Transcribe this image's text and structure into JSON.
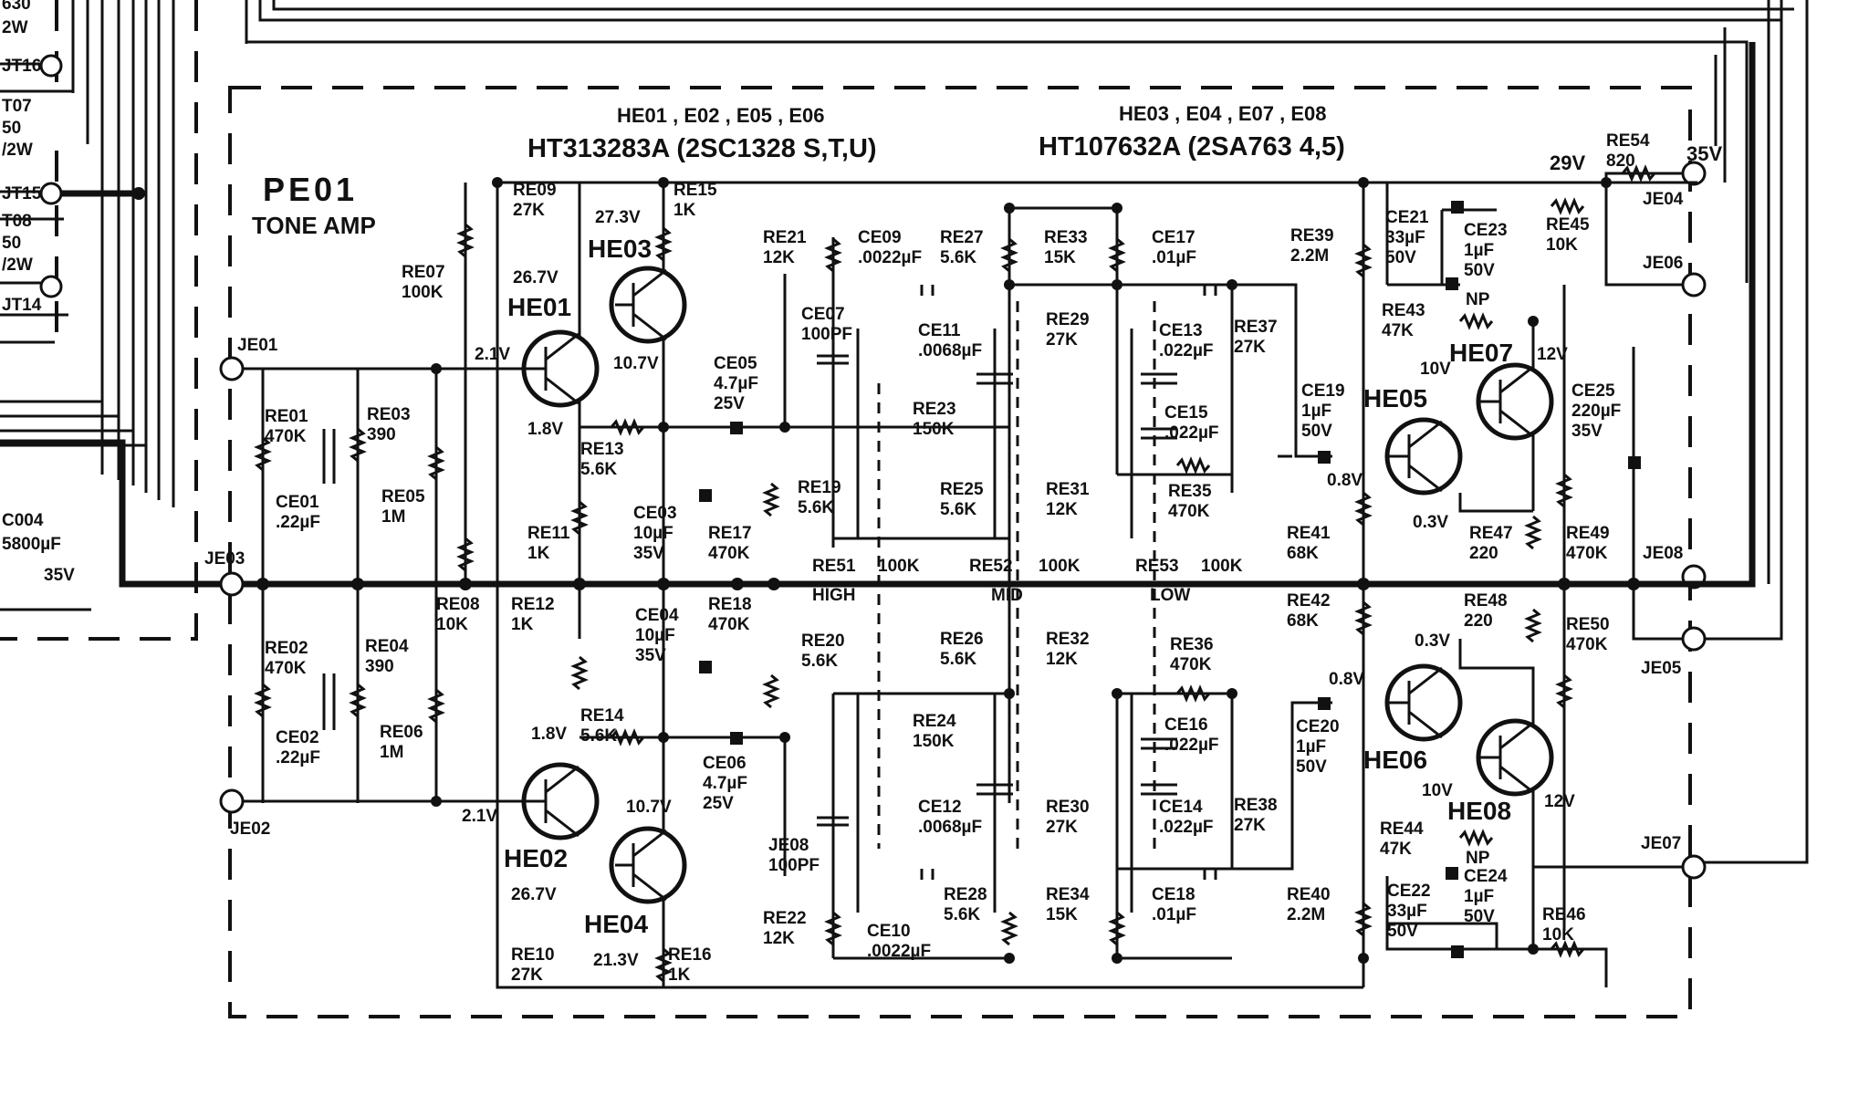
{
  "board": {
    "id": "PE01",
    "name": "TONE AMP"
  },
  "transistor_groups": [
    {
      "units": "HE01 , E02 , E05 , E06",
      "part": "HT313283A (2SC1328 S,T,U)"
    },
    {
      "units": "HE03 , E04 , E07 , E08",
      "part": "HT107632A (2SA763 4,5)"
    }
  ],
  "left_fragment": {
    "labels": [
      {
        "text": "630"
      },
      {
        "text": "2W"
      },
      {
        "text": "JT16"
      },
      {
        "text": "T07"
      },
      {
        "text": "50"
      },
      {
        "text": "/2W"
      },
      {
        "text": "JT15"
      },
      {
        "text": "T08"
      },
      {
        "text": "50"
      },
      {
        "text": "/2W"
      },
      {
        "text": "JT14"
      },
      {
        "text": "C004"
      },
      {
        "text": "5800µF"
      },
      {
        "text": "35V"
      }
    ]
  },
  "terminals": [
    {
      "text": "JE01"
    },
    {
      "text": "JE03"
    },
    {
      "text": "JE02"
    },
    {
      "text": "JE04"
    },
    {
      "text": "JE06"
    },
    {
      "text": "JE08"
    },
    {
      "text": "JE05"
    },
    {
      "text": "JE07"
    }
  ],
  "rails": [
    {
      "text": "29V"
    },
    {
      "text": "35V"
    }
  ],
  "transistors": [
    {
      "ref": "HE01"
    },
    {
      "ref": "HE03"
    },
    {
      "ref": "HE02"
    },
    {
      "ref": "HE04"
    },
    {
      "ref": "HE05"
    },
    {
      "ref": "HE07"
    },
    {
      "ref": "HE06"
    },
    {
      "ref": "HE08"
    }
  ],
  "components": [
    {
      "ref": "RE01",
      "value": "470K"
    },
    {
      "ref": "RE02",
      "value": "470K"
    },
    {
      "ref": "RE03",
      "value": "390"
    },
    {
      "ref": "RE04",
      "value": "390"
    },
    {
      "ref": "RE05",
      "value": "1M"
    },
    {
      "ref": "RE06",
      "value": "1M"
    },
    {
      "ref": "RE07",
      "value": "100K"
    },
    {
      "ref": "RE08",
      "value": "10K"
    },
    {
      "ref": "RE09",
      "value": "27K"
    },
    {
      "ref": "RE10",
      "value": "27K"
    },
    {
      "ref": "RE11",
      "value": "1K"
    },
    {
      "ref": "RE12",
      "value": "1K"
    },
    {
      "ref": "RE13",
      "value": "5.6K"
    },
    {
      "ref": "RE14",
      "value": "5.6K"
    },
    {
      "ref": "RE15",
      "value": "1K"
    },
    {
      "ref": "RE16",
      "value": "1K"
    },
    {
      "ref": "RE17",
      "value": "470K"
    },
    {
      "ref": "RE18",
      "value": "470K"
    },
    {
      "ref": "RE19",
      "value": "5.6K"
    },
    {
      "ref": "RE20",
      "value": "5.6K"
    },
    {
      "ref": "RE21",
      "value": "12K"
    },
    {
      "ref": "RE22",
      "value": "12K"
    },
    {
      "ref": "RE23",
      "value": "150K"
    },
    {
      "ref": "RE24",
      "value": "150K"
    },
    {
      "ref": "RE25",
      "value": "5.6K"
    },
    {
      "ref": "RE26",
      "value": "5.6K"
    },
    {
      "ref": "RE27",
      "value": "5.6K"
    },
    {
      "ref": "RE28",
      "value": "5.6K"
    },
    {
      "ref": "RE29",
      "value": "27K"
    },
    {
      "ref": "RE30",
      "value": "27K"
    },
    {
      "ref": "RE31",
      "value": "12K"
    },
    {
      "ref": "RE32",
      "value": "12K"
    },
    {
      "ref": "RE33",
      "value": "15K"
    },
    {
      "ref": "RE34",
      "value": "15K"
    },
    {
      "ref": "RE35",
      "value": "470K"
    },
    {
      "ref": "RE36",
      "value": "470K"
    },
    {
      "ref": "RE37",
      "value": "27K"
    },
    {
      "ref": "RE38",
      "value": "27K"
    },
    {
      "ref": "RE39",
      "value": "2.2M"
    },
    {
      "ref": "RE40",
      "value": "2.2M"
    },
    {
      "ref": "RE41",
      "value": "68K"
    },
    {
      "ref": "RE42",
      "value": "68K"
    },
    {
      "ref": "RE43",
      "value": "47K"
    },
    {
      "ref": "RE44",
      "value": "47K"
    },
    {
      "ref": "RE45",
      "value": "10K"
    },
    {
      "ref": "RE46",
      "value": "10K"
    },
    {
      "ref": "RE47",
      "value": "220"
    },
    {
      "ref": "RE48",
      "value": "220"
    },
    {
      "ref": "RE49",
      "value": "470K"
    },
    {
      "ref": "RE50",
      "value": "470K"
    },
    {
      "ref": "RE54",
      "value": "820"
    },
    {
      "ref": "CE01",
      "value": ".22µF"
    },
    {
      "ref": "CE02",
      "value": ".22µF"
    },
    {
      "ref": "CE03",
      "value": "10µF",
      "voltage": "35V"
    },
    {
      "ref": "CE04",
      "value": "10µF",
      "voltage": "35V"
    },
    {
      "ref": "CE05",
      "value": "4.7µF",
      "voltage": "25V"
    },
    {
      "ref": "CE06",
      "value": "4.7µF",
      "voltage": "25V"
    },
    {
      "ref": "CE07",
      "value": "100PF"
    },
    {
      "ref": "JE08",
      "value": "100PF"
    },
    {
      "ref": "CE09",
      "value": ".0022µF"
    },
    {
      "ref": "CE10",
      "value": ".0022µF"
    },
    {
      "ref": "CE11",
      "value": ".0068µF"
    },
    {
      "ref": "CE12",
      "value": ".0068µF"
    },
    {
      "ref": "CE13",
      "value": ".022µF"
    },
    {
      "ref": "CE14",
      "value": ".022µF"
    },
    {
      "ref": "CE15",
      "value": ".022µF"
    },
    {
      "ref": "CE16",
      "value": ".022µF"
    },
    {
      "ref": "CE17",
      "value": ".01µF"
    },
    {
      "ref": "CE18",
      "value": ".01µF"
    },
    {
      "ref": "CE19",
      "value": "1µF",
      "voltage": "50V"
    },
    {
      "ref": "CE20",
      "value": "1µF",
      "voltage": "50V"
    },
    {
      "ref": "CE21",
      "value": "33µF",
      "voltage": "50V"
    },
    {
      "ref": "CE22",
      "value": "33µF",
      "voltage": "50V"
    },
    {
      "ref": "CE23",
      "value": "1µF",
      "voltage": "50V"
    },
    {
      "ref": "CE24",
      "value": "1µF",
      "voltage": "50V"
    },
    {
      "ref": "CE25",
      "value": "220µF",
      "voltage": "35V"
    }
  ],
  "pots": [
    {
      "ref": "RE51",
      "value": "100K",
      "label": "HIGH"
    },
    {
      "ref": "RE52",
      "value": "100K",
      "label": "MID"
    },
    {
      "ref": "RE53",
      "value": "100K",
      "label": "LOW"
    }
  ],
  "voltages": [
    {
      "text": "27.3V"
    },
    {
      "text": "26.7V"
    },
    {
      "text": "2.1V"
    },
    {
      "text": "10.7V"
    },
    {
      "text": "1.8V"
    },
    {
      "text": "1.8V"
    },
    {
      "text": "2.1V"
    },
    {
      "text": "26.7V"
    },
    {
      "text": "10.7V"
    },
    {
      "text": "21.3V"
    },
    {
      "text": "10V"
    },
    {
      "text": "12V"
    },
    {
      "text": "0.8V"
    },
    {
      "text": "0.3V"
    },
    {
      "text": "0.3V"
    },
    {
      "text": "0.8V"
    },
    {
      "text": "10V"
    },
    {
      "text": "12V"
    }
  ],
  "marks": [
    {
      "text": "NP"
    },
    {
      "text": "NP"
    }
  ]
}
